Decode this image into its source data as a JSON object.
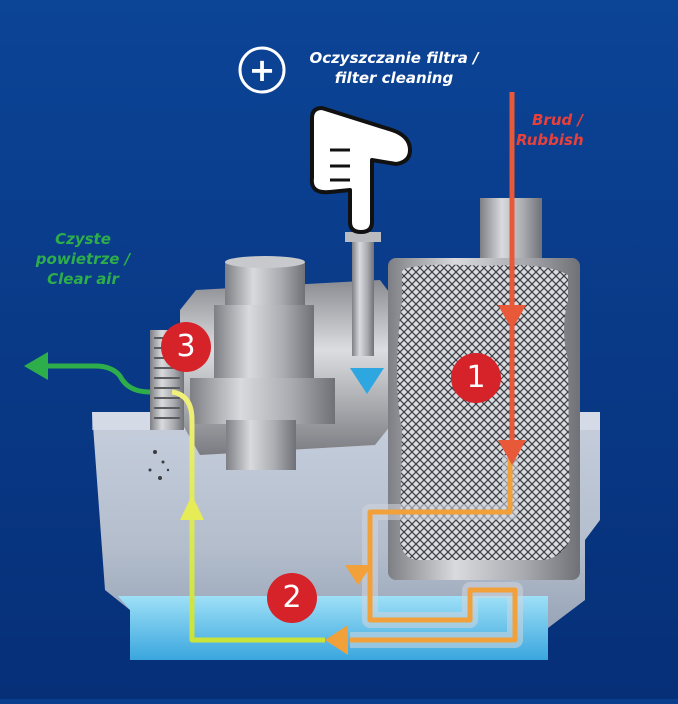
{
  "labels": {
    "filter_cleaning_line1": "Oczyszczanie filtra /",
    "filter_cleaning_line2": "filter cleaning",
    "rubbish_line1": "Brud /",
    "rubbish_line2": "Rubbish",
    "clear_air_line1": "Czyste",
    "clear_air_line2": "powietrze /",
    "clear_air_line3": "Clear air"
  },
  "markers": {
    "stage1": "1",
    "stage2": "2",
    "stage3": "3",
    "plus": "+"
  },
  "colors": {
    "background": "#0a3d8c",
    "rubbish_flow": "#e8593a",
    "transition_flow": "#f2a03a",
    "clean_flow": "#d9e84a",
    "clear_air": "#2eae4a",
    "marker": "#d6232a",
    "water": "#7ad0f0"
  },
  "icons": {
    "pointer": "pointing-hand-icon",
    "plus": "plus-circle-icon",
    "valve": "down-triangle-icon"
  }
}
